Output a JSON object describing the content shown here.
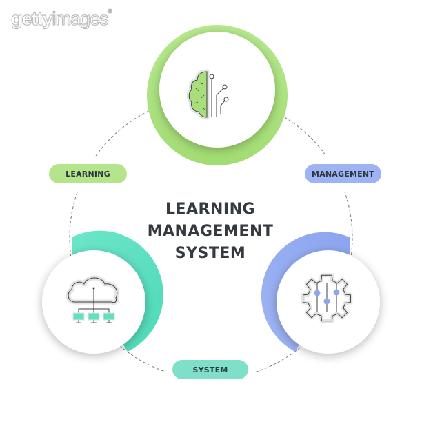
{
  "watermark": {
    "bold": "getty",
    "light": "images",
    "mark": "®"
  },
  "title": {
    "line1": "LEARNING",
    "line2": "MANAGEMENT",
    "line3": "SYSTEM"
  },
  "pills": [
    {
      "label": "LEARNING",
      "color": "#b5e58a"
    },
    {
      "label": "MANAGEMENT",
      "color": "#9db3f3"
    },
    {
      "label": "SYSTEM",
      "color": "#7ee0c8"
    }
  ],
  "nodes": [
    {
      "name": "learning",
      "icon": "brain-circuit-icon",
      "accent": "#a8e07a"
    },
    {
      "name": "system",
      "icon": "cloud-network-icon",
      "accent": "#5fe0c1"
    },
    {
      "name": "management",
      "icon": "gear-sliders-icon",
      "accent": "#8fa6ee"
    }
  ]
}
